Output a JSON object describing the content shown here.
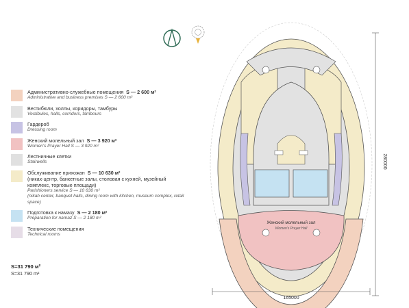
{
  "legend": {
    "items": [
      {
        "name": "admin",
        "color": "#f3d2bf",
        "ru": "Административно-служебные помещения",
        "area": "S — 2 600 м²",
        "en": "Administrative and business premises   S — 2 600 m²"
      },
      {
        "name": "vestibules",
        "color": "#e2e2e2",
        "ru": "Вестибюли, холлы, коридоры, тамбуры",
        "area": "",
        "en": "Vestibules, halls, corridors, tambours"
      },
      {
        "name": "cloakroom",
        "color": "#c7c3e4",
        "ru": "Гардероб",
        "area": "",
        "en": "Dressing room"
      },
      {
        "name": "women-hall",
        "color": "#f1c2c2",
        "ru": "Женский молельный зал",
        "area": "S — 3 920 м²",
        "en": "Women's Prayer Hall   S — 3 920 m²"
      },
      {
        "name": "stairwells",
        "color": "#e0e0e0",
        "ru": "Лестничные клетки",
        "area": "",
        "en": "Stairwells"
      },
      {
        "name": "parishioners",
        "color": "#f4ebc9",
        "ru": "Обслуживание прихожан",
        "area": "S — 10 630 м²",
        "ru_extra": "(никах-центр, банкетные залы, столовая с кухней, музейный комплекс, торговые площади)",
        "en": "Parishioners service   S — 10 630 m²",
        "en_extra": "(nikah center, banquet halls, dining room with kitchen, museum complex, retail space)"
      },
      {
        "name": "namaz-prep",
        "color": "#c5e2f2",
        "ru": "Подготовка к намазу",
        "area": "S — 2 180 м²",
        "en": "Preparation for namaz   S — 2 180 m²"
      },
      {
        "name": "technical",
        "color": "#e6dde7",
        "ru": "Технические помещения",
        "area": "",
        "en": "Technical rooms"
      }
    ]
  },
  "total": {
    "ru": "S=31 790 м²",
    "en": "S=31 790 m²"
  },
  "plan": {
    "hall_label_ru": "Женский молельный зал",
    "hall_label_en": "Women's Prayer Hall",
    "dim_width": "165000",
    "dim_height": "280000"
  },
  "colors": {
    "admin": "#f3d2bf",
    "parishioners": "#f4ebc9",
    "corridor": "#e2e2e2",
    "cloakroom": "#c7c3e4",
    "women_hall": "#f1c2c2",
    "namaz": "#c5e2f2",
    "line": "#555555"
  },
  "icons": [
    "north-arrow-icon",
    "lotus-compass-icon"
  ]
}
